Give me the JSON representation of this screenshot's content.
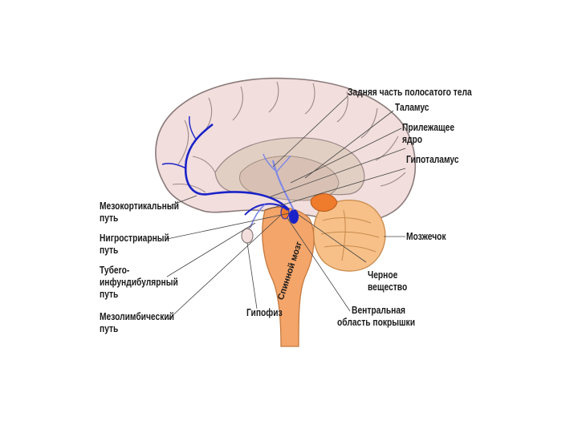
{
  "labels": {
    "striatum_posterior": "Задняя часть полосатого тела",
    "thalamus": "Таламус",
    "accumbens_1": "Прилежащее",
    "accumbens_2": "ядро",
    "hypothalamus": "Гипоталамус",
    "cerebellum": "Мозжечок",
    "substantia_nigra_1": "Черное",
    "substantia_nigra_2": "вещество",
    "vta_1": "Вентральная",
    "vta_2": "область покрышки",
    "pituitary": "Гипофиз",
    "spinal_cord": "Спинной мозг",
    "mesocortical_1": "Мезокортикальный",
    "mesocortical_2": "путь",
    "nigrostriatal_1": "Нигростриарный",
    "nigrostriatal_2": "путь",
    "tubero_1": "Тубero-",
    "tubero_2": "инфундибулярный",
    "tubero_3": "путь",
    "mesolimbic_1": "Мезолимбический",
    "mesolimbic_2": "путь"
  },
  "colors": {
    "cortex_fill": "#f1dedd",
    "cortex_stroke": "#8a7a7a",
    "inner_fill": "#e2cfc3",
    "brainstem": "#f4a56a",
    "cerebellum": "#f6c088",
    "nigra": "#ef7b2d",
    "pathway": "#1a22c8",
    "pathway_light": "#7b86e8",
    "leader": "#444444"
  }
}
